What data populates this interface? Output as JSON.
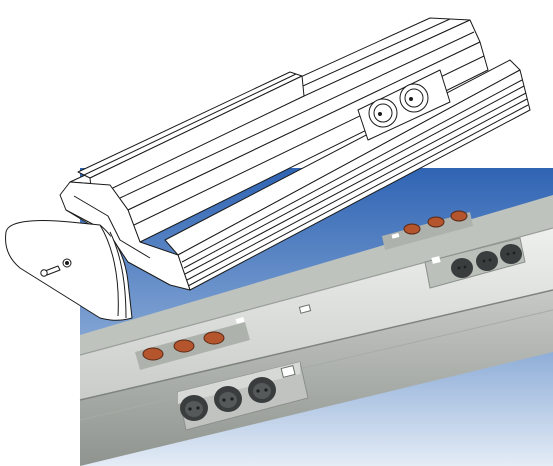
{
  "image": {
    "subject": "product-illustration",
    "drawing_style": "line-art-exploded-view",
    "photo_style": "photograph",
    "colors": {
      "background": "#ffffff",
      "line": "#1a1a1a",
      "sky_top": "#2f64b4",
      "sky_bottom": "#e4ecf6",
      "aluminium_light": "#d9dcd8",
      "aluminium_mid": "#b9bdb8",
      "aluminium_dark": "#8f948f",
      "socket_dark": "#3a3d3e",
      "socket_orange": "#b4552e"
    }
  }
}
